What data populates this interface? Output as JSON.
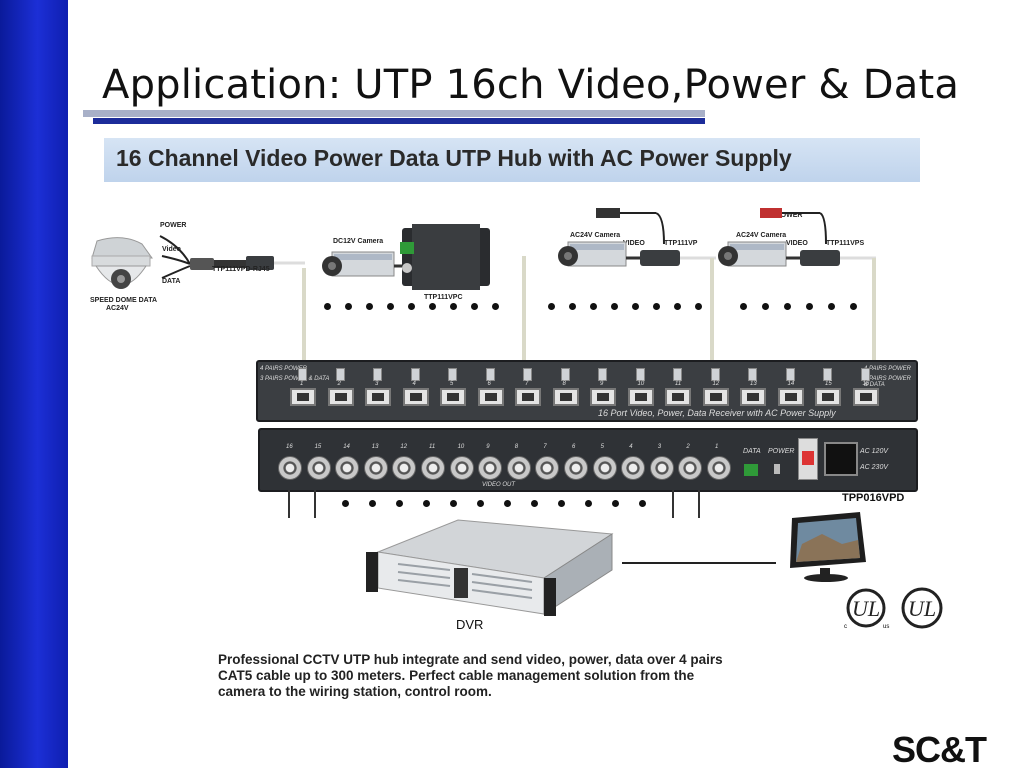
{
  "slide": {
    "title": "Application: UTP 16ch Video,Power & Data",
    "banner": "16 Channel Video Power Data UTP Hub with AC Power Supply"
  },
  "devices": {
    "dome_camera": {
      "power": "POWER",
      "video": "Video",
      "data": "DATA",
      "model": "TTP111VPD-RJ45",
      "caption1": "SPEED DOME DATA",
      "caption2": "AC24V"
    },
    "camera_dc12": {
      "label": "DC12V Camera",
      "model": "TTP111VPC"
    },
    "camera_ac24_a": {
      "label": "AC24V Camera",
      "video": "VIDEO",
      "model": "TTP111VP"
    },
    "camera_ac24_b": {
      "label": "AC24V Camera",
      "power": "POWER",
      "video": "VIDEO",
      "model": "TTP111VPS"
    }
  },
  "receiver": {
    "left_top": "4 PAIRS POWER",
    "left_bottom": "3 PAIRS POWER & DATA",
    "right_top": "4 PAIRS POWER",
    "right_bottom": "3 PAIRS POWER & DATA",
    "caption": "16 Port Video, Power, Data Receiver with AC Power Supply",
    "ports": [
      "1",
      "2",
      "3",
      "4",
      "5",
      "6",
      "7",
      "8",
      "9",
      "10",
      "11",
      "12",
      "13",
      "14",
      "15",
      "16"
    ]
  },
  "hub": {
    "channels": [
      "16",
      "15",
      "14",
      "13",
      "12",
      "11",
      "10",
      "9",
      "8",
      "7",
      "6",
      "5",
      "4",
      "3",
      "2",
      "1"
    ],
    "video_out": "VIDEO OUT",
    "data": "DATA",
    "power": "POWER",
    "ac1": "AC 120V",
    "ac2": "AC 230V",
    "model": "TPP016VPD"
  },
  "dvr": {
    "label": "DVR"
  },
  "ul_marks": {
    "c": "c",
    "us": "us"
  },
  "description": [
    "Professional CCTV UTP hub integrate and send video, power, data over 4 pairs",
    "CAT5 cable up to 300 meters. Perfect cable management solution from the",
    "camera to the wiring station, control room."
  ],
  "brand": "SC&T",
  "colors": {
    "sidebar": "#1c2fd6",
    "rule": "#1c2c9a",
    "banner": "#c8daf0",
    "panel": "#3b3e42"
  }
}
